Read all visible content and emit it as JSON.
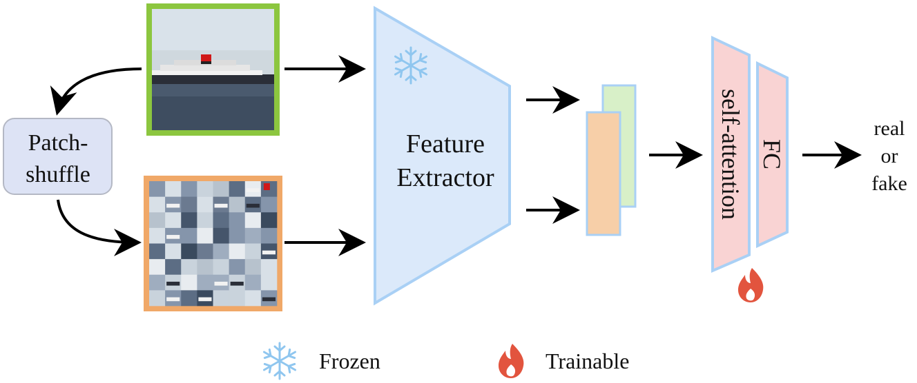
{
  "patch_shuffle": {
    "line1": "Patch-",
    "line2": "shuffle"
  },
  "feature_extractor": {
    "line1": "Feature",
    "line2": "Extractor",
    "state_icon": "snowflake-icon"
  },
  "attention_block": {
    "label": "self-attention"
  },
  "fc_block": {
    "label": "FC"
  },
  "trainable_icon": "flame-icon",
  "output": {
    "line1": "real",
    "line2": "or",
    "line3": "fake"
  },
  "legend": {
    "frozen": {
      "icon": "snowflake-icon",
      "label": "Frozen"
    },
    "trainable": {
      "icon": "flame-icon",
      "label": "Trainable"
    }
  },
  "colors": {
    "real_border": "#8cc63f",
    "shuffled_border": "#f0a868",
    "extractor_fill": "#dbe9fa",
    "extractor_stroke": "#a9d0f5",
    "feature_green": "#d8f0c8",
    "feature_orange": "#f7cfa8",
    "block_fill": "#f9d3d3",
    "block_stroke": "#a9d0f5",
    "snowflake": "#8fc6ef",
    "flame": "#e2543e",
    "patch_box_fill": "#dde3f5"
  }
}
